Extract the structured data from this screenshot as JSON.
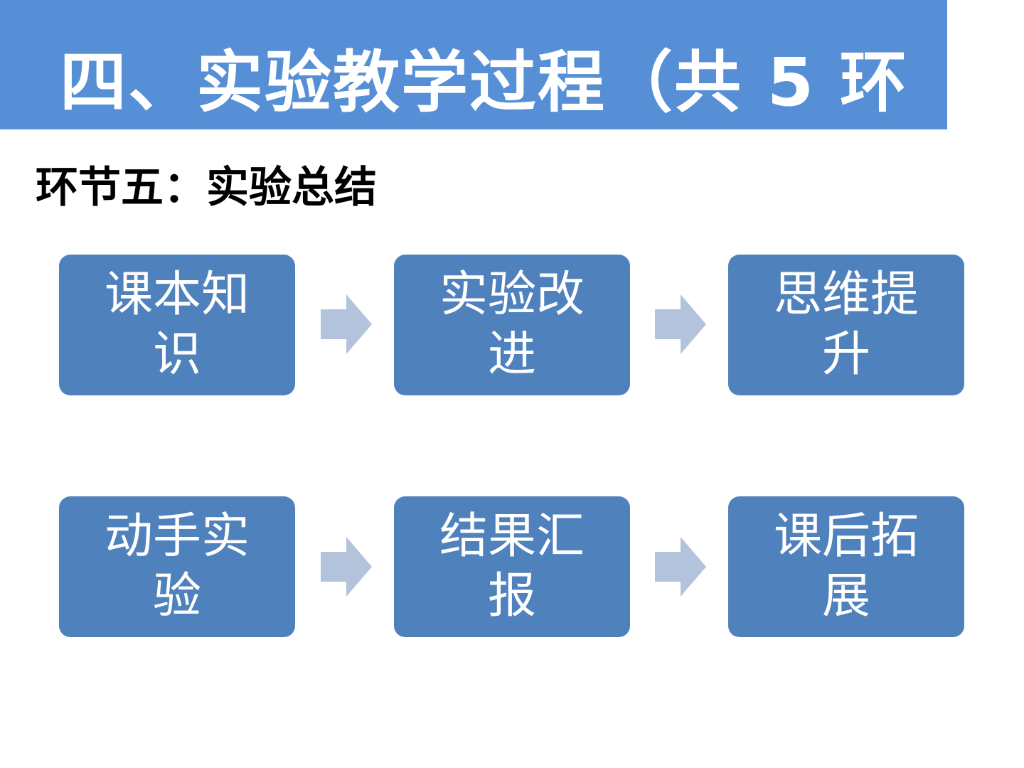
{
  "slide": {
    "title": "四、实验教学过程（共 5 环",
    "subtitle": "环节五：实验总结"
  },
  "steps": [
    {
      "label": "课本知识"
    },
    {
      "label": "实验改进"
    },
    {
      "label": "思维提升"
    },
    {
      "label": "动手实验"
    },
    {
      "label": "结果汇报"
    },
    {
      "label": "课后拓展"
    }
  ],
  "icons": {
    "arrow": "arrow-right-icon"
  },
  "colors": {
    "title_bar": "#568fd6",
    "step_box": "#4f81bd",
    "arrow": "#b4c3dc",
    "subtitle_text": "#000000"
  }
}
